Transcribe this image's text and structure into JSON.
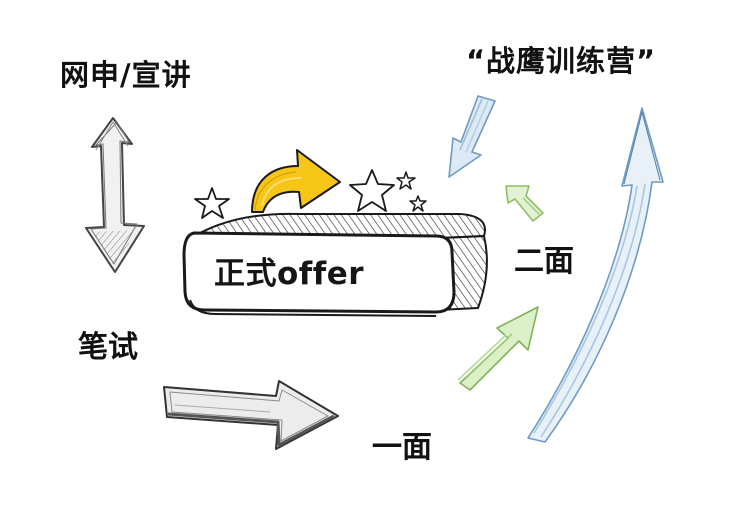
{
  "diagram": {
    "nodes": {
      "apply": "网申/宣讲",
      "written_test": "笔试",
      "first_interview": "一面",
      "second_interview": "二面",
      "offer": "正式offer",
      "camp": "“战鹰训练营”"
    },
    "colors": {
      "ink": "#111111",
      "gray_arrow": "#9a9a9a",
      "green_arrow": "#9ccc77",
      "blue_arrow": "#8fb4d6",
      "gold_arrow": "#f5c518",
      "block_fill": "#ffffff"
    },
    "icons": [
      "star-icon",
      "star-icon",
      "star-icon",
      "star-icon",
      "curved-arrow-icon"
    ]
  }
}
